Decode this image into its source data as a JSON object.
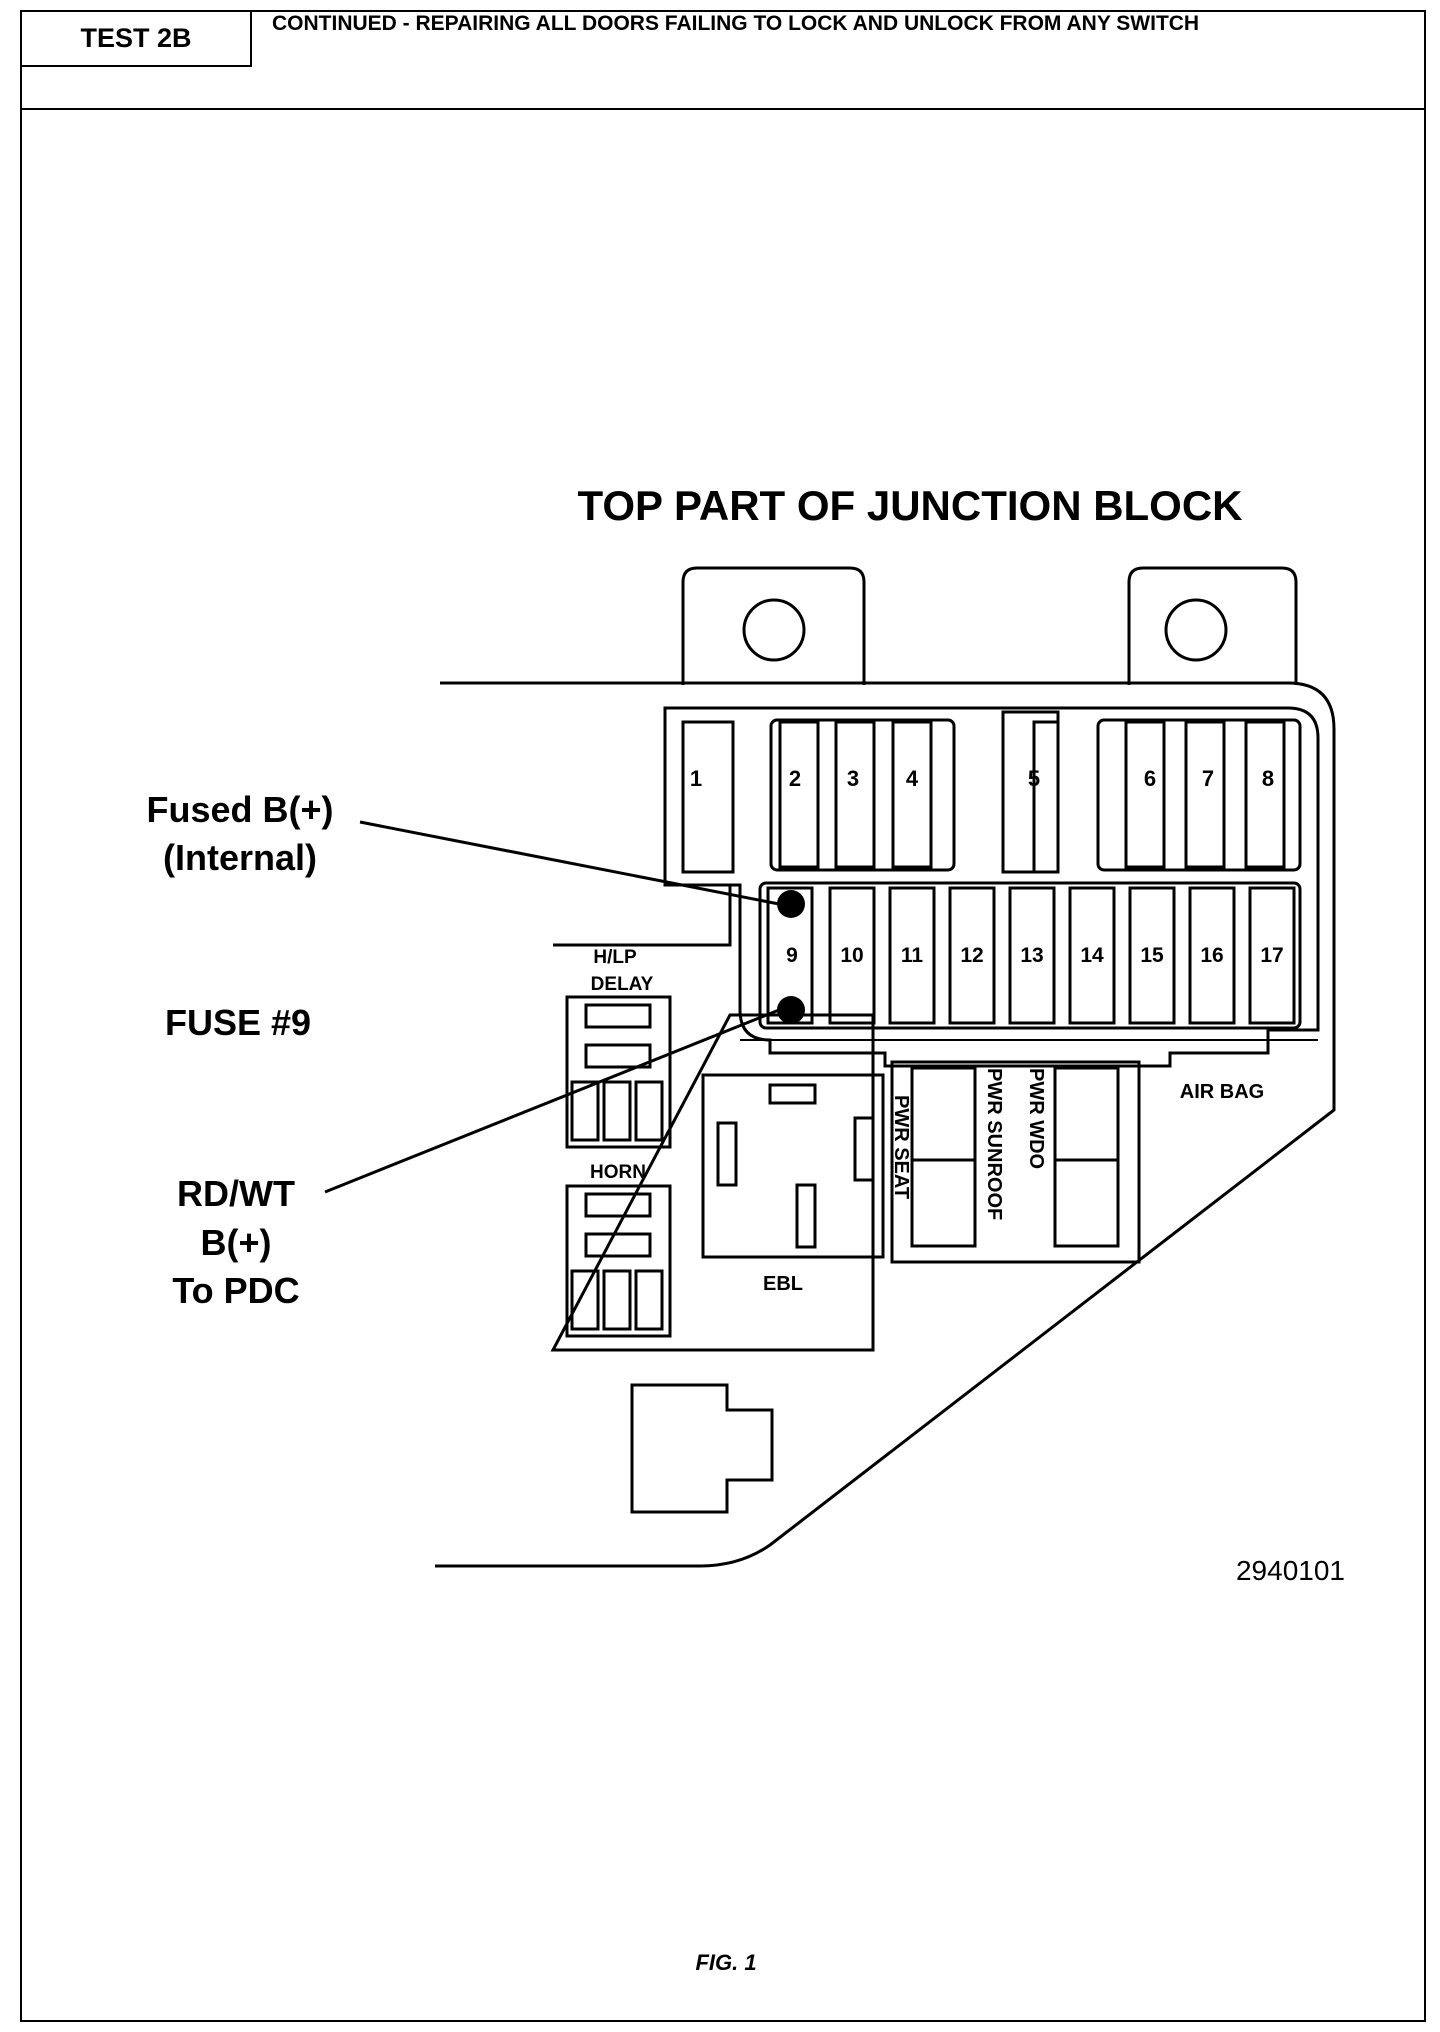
{
  "header": {
    "test_label": "TEST 2B",
    "title": "CONTINUED - REPAIRING ALL DOORS FAILING TO LOCK AND UNLOCK FROM ANY SWITCH"
  },
  "figure": {
    "heading": "TOP PART OF JUNCTION BLOCK",
    "callouts": {
      "fused_line1": "Fused B(+)",
      "fused_line2": "(Internal)",
      "fuse_label": "FUSE #9",
      "rdwt_line1": "RD/WT",
      "rdwt_line2": "B(+)",
      "rdwt_line3": "To PDC"
    },
    "fuses_top": [
      "1",
      "2",
      "3",
      "4",
      "5",
      "6",
      "7",
      "8"
    ],
    "fuses_bottom": [
      "9",
      "10",
      "11",
      "12",
      "13",
      "14",
      "15",
      "16",
      "17"
    ],
    "relay_labels": {
      "hlp_line1": "H/LP",
      "hlp_line2": "DELAY",
      "horn": "HORN",
      "ebl": "EBL",
      "air_bag": "AIR BAG",
      "pwr_seat": "PWR SEAT",
      "pwr_sunroof": "PWR SUNROOF",
      "pwr_wdo": "PWR WDO"
    },
    "part_number": "2940101",
    "caption": "FIG. 1"
  }
}
